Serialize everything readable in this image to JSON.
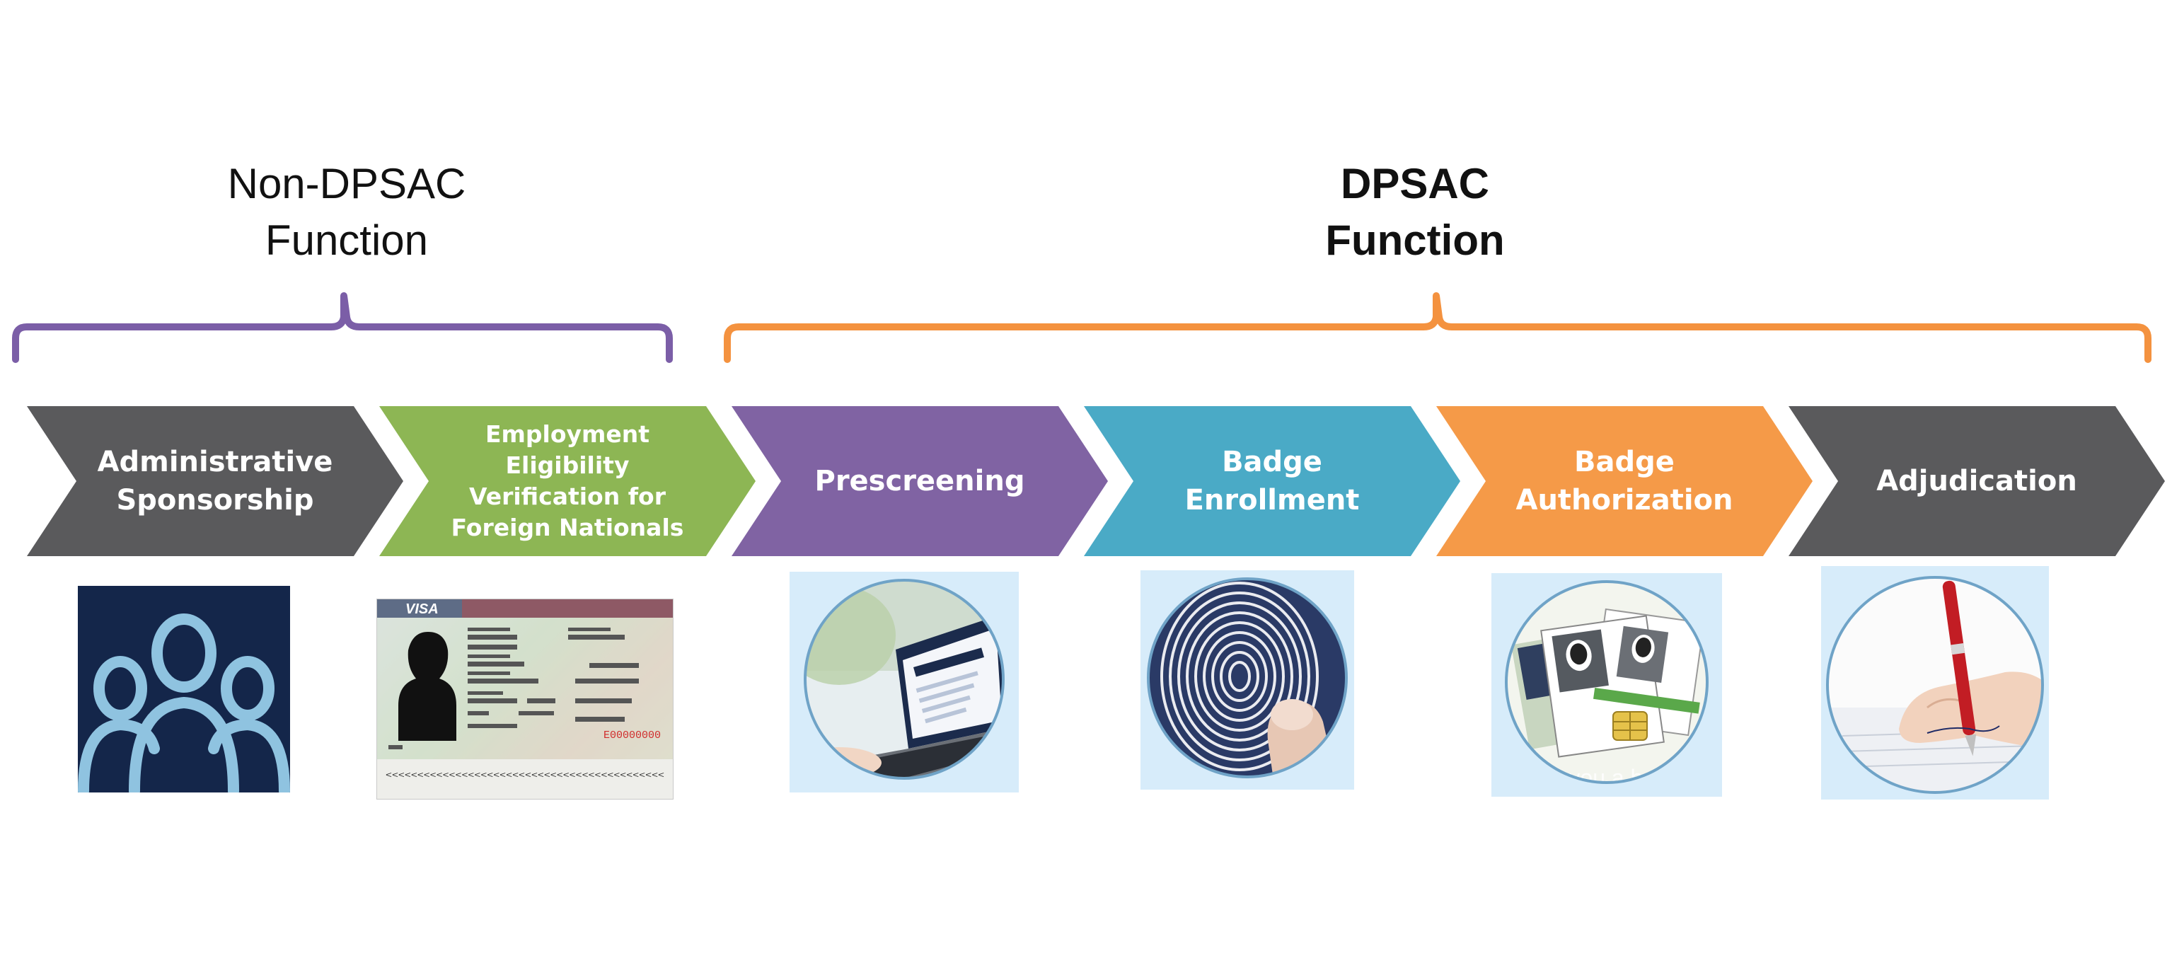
{
  "groups": {
    "non_dpsac": {
      "line1": "Non-DPSAC",
      "line2": "Function",
      "color": "#7b5ea7"
    },
    "dpsac": {
      "line1": "DPSAC",
      "line2": "Function",
      "color": "#f4923f"
    }
  },
  "steps": [
    {
      "lines": [
        "Administrative",
        "Sponsorship"
      ],
      "color": "#5a5a5c",
      "icon": "people-icon"
    },
    {
      "lines": [
        "Employment",
        "Eligibility",
        "Verification for",
        "Foreign Nationals"
      ],
      "color": "#8db654",
      "icon": "visa-document-icon"
    },
    {
      "lines": [
        "Prescreening"
      ],
      "color": "#8063a3",
      "icon": "laptop-icon"
    },
    {
      "lines": [
        "Badge",
        "Enrollment"
      ],
      "color": "#4aaac6",
      "icon": "fingerprint-icon"
    },
    {
      "lines": [
        "Badge",
        "Authorization"
      ],
      "color": "#f59a48",
      "icon": "id-badge-icon"
    },
    {
      "lines": [
        "Adjudication"
      ],
      "color": "#5a5a5c",
      "icon": "pen-writing-icon"
    }
  ],
  "visa": {
    "header": "VISA",
    "serial": "E00000000",
    "mrz": "<<<<<<<<<<<<<<<<<<<<<<<<<<<<<<<<<<<<<<<<<<<<"
  },
  "badge_watermark": "ssuing you a badge."
}
